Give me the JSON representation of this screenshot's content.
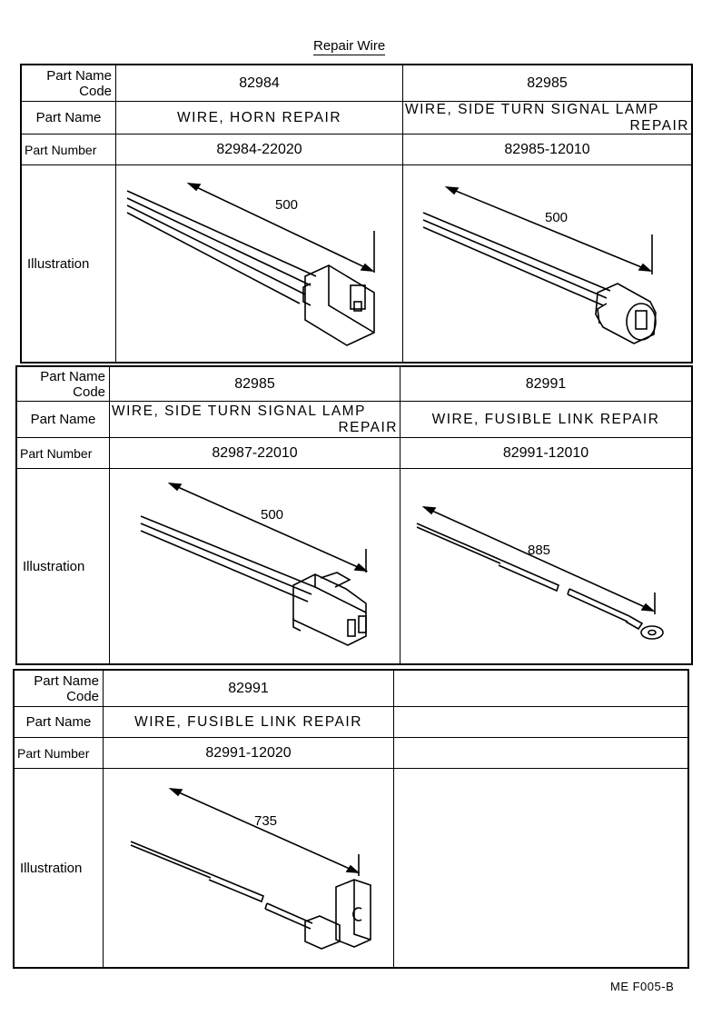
{
  "title": "Repair Wire",
  "labels": {
    "code_line1": "Part Name",
    "code_line2": "Code",
    "name": "Part Name",
    "number": "Part Number",
    "illustration": "Illustration"
  },
  "blocks": [
    {
      "left": {
        "code": "82984",
        "name": "WIRE, HORN REPAIR",
        "number": "82984-22020",
        "dimension": "500"
      },
      "right": {
        "code": "82985",
        "name_line1": "WIRE, SIDE TURN SIGNAL LAMP",
        "name_line2": "REPAIR",
        "number": "82985-12010",
        "dimension": "500"
      }
    },
    {
      "left": {
        "code": "82985",
        "name_line1": "WIRE, SIDE TURN SIGNAL LAMP",
        "name_line2": "REPAIR",
        "number": "82987-22010",
        "dimension": "500"
      },
      "right": {
        "code": "82991",
        "name": "WIRE, FUSIBLE LINK REPAIR",
        "number": "82991-12010",
        "dimension": "885"
      }
    },
    {
      "left": {
        "code": "82991",
        "name": "WIRE, FUSIBLE LINK REPAIR",
        "number": "82991-12020",
        "dimension": "735"
      },
      "right": {
        "code": "",
        "name": "",
        "number": ""
      }
    }
  ],
  "footer": "ME  F005-B"
}
